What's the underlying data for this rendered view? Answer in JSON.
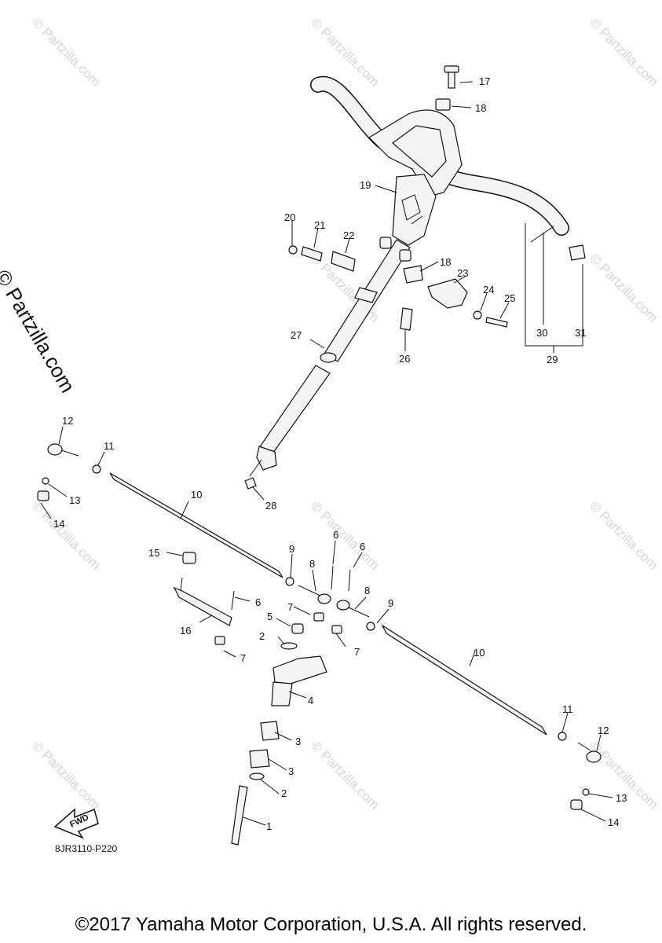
{
  "watermark": "© Partzilla.com",
  "diagram_code": "8JR3110-P220",
  "fwd_label": "FWD",
  "copyright": "©2017 Yamaha Motor Corporation, U.S.A. All rights reserved.",
  "callouts": [
    "17",
    "18",
    "19",
    "20",
    "21",
    "22",
    "18",
    "23",
    "24",
    "25",
    "27",
    "26",
    "30",
    "31",
    "29",
    "12",
    "11",
    "10",
    "13",
    "14",
    "28",
    "15",
    "9",
    "6",
    "6",
    "8",
    "6",
    "7",
    "8",
    "9",
    "16",
    "5",
    "7",
    "2",
    "7",
    "4",
    "10",
    "3",
    "11",
    "12",
    "3",
    "2",
    "13",
    "1",
    "14"
  ]
}
